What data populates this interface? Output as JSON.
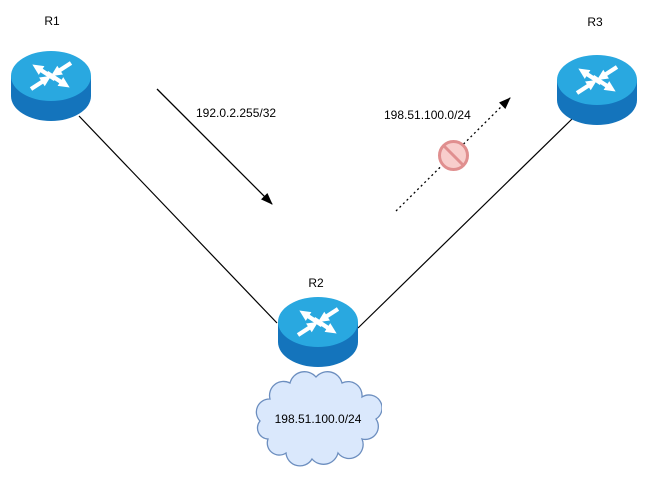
{
  "diagram": {
    "nodes": {
      "r1": {
        "label": "R1",
        "type": "router"
      },
      "r2": {
        "label": "R2",
        "type": "router"
      },
      "r3": {
        "label": "R3",
        "type": "router"
      }
    },
    "annotations": {
      "advertised_route": "192.0.2.255/32",
      "blocked_route": "198.51.100.0/24"
    },
    "cloud": {
      "label": "198.51.100.0/24"
    }
  },
  "icons": {
    "router": "router-icon",
    "cloud": "cloud-icon",
    "deny": "no-entry-icon"
  },
  "colors": {
    "router_top": "#29a8e0",
    "router_body": "#1474bc",
    "cloud_fill": "#dae8fc",
    "cloud_stroke": "#6c8ebf",
    "deny_fill": "#f8cecc",
    "deny_stroke": "#e08f8f",
    "connector": "#000000"
  }
}
